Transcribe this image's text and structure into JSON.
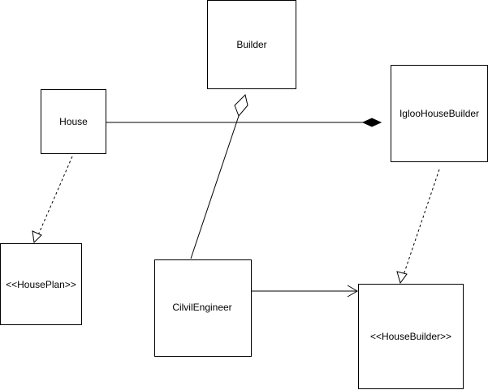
{
  "diagram": {
    "nodes": {
      "house": "House",
      "builder": "Builder",
      "igloo_house_builder": "IglooHouseBuilder",
      "house_plan": "<<HousePlan>>",
      "civil_engineer": "CilvilEngineer",
      "house_builder": "<<HouseBuilder>>"
    },
    "edges": [
      {
        "from": "House",
        "to": "IglooHouseBuilder",
        "type": "composition"
      },
      {
        "from": "CilvilEngineer",
        "to": "Builder",
        "type": "aggregation"
      },
      {
        "from": "House",
        "to": "<<HousePlan>>",
        "type": "realization"
      },
      {
        "from": "IglooHouseBuilder",
        "to": "<<HouseBuilder>>",
        "type": "realization"
      },
      {
        "from": "CilvilEngineer",
        "to": "<<HouseBuilder>>",
        "type": "association"
      }
    ]
  }
}
